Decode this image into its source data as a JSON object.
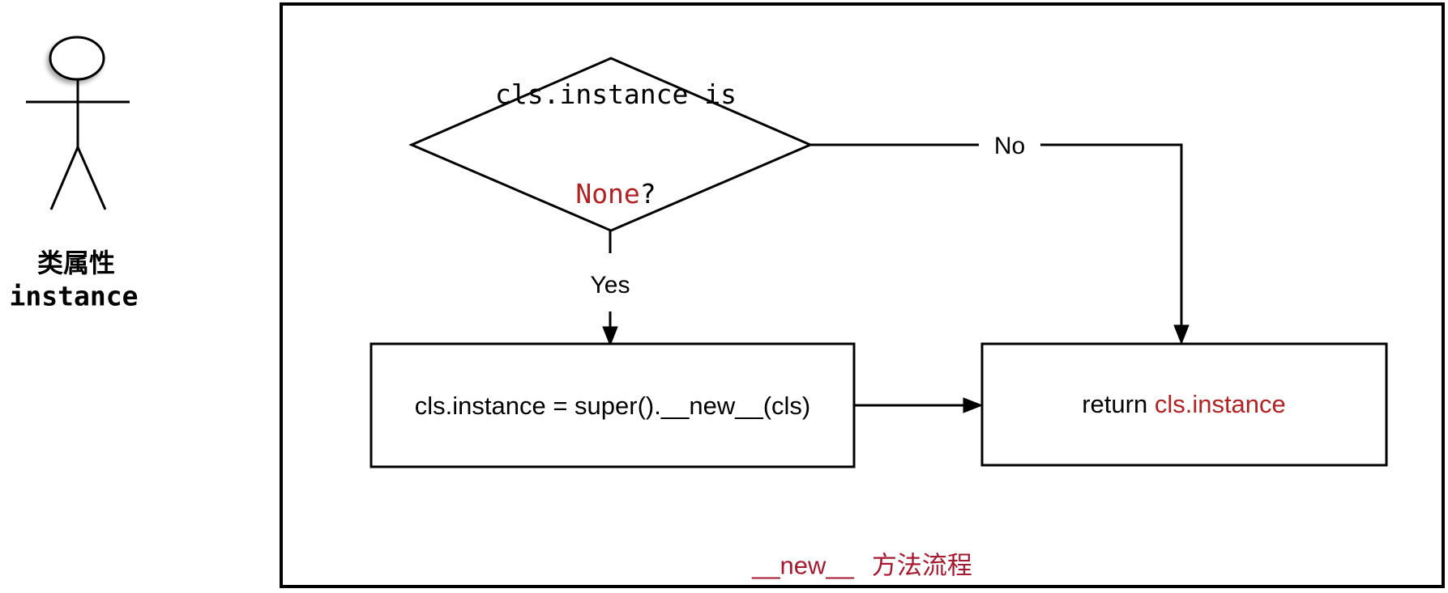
{
  "actor": {
    "label_cn": "类属性",
    "label_code": "instance"
  },
  "flowchart": {
    "decision": {
      "line1": "cls.instance is",
      "line2_red": "None",
      "line2_black": "?"
    },
    "yes_label": "Yes",
    "no_label": "No",
    "process_box": {
      "text": "cls.instance = super().__new__(cls)"
    },
    "return_box": {
      "text_black": "return ",
      "text_red": "cls.instance"
    },
    "caption": {
      "code": "__new__",
      "text": "方法流程"
    }
  },
  "colors": {
    "stroke": "#000000",
    "code_red": "#b22222",
    "caption_red": "#a6192e",
    "background": "#ffffff"
  }
}
